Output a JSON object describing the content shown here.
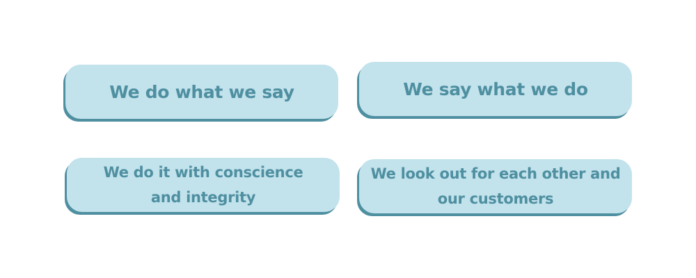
{
  "values": [
    {
      "text": "We do what we say"
    },
    {
      "text": "We say what we do"
    },
    {
      "text": "We do it with conscience and integrity"
    },
    {
      "text": "We look out for each other and our customers"
    }
  ],
  "colors": {
    "pill_fill": "#c2e2ec",
    "pill_shadow": "#4e8fa0",
    "text": "#4e8fa0",
    "background": "#ffffff"
  }
}
